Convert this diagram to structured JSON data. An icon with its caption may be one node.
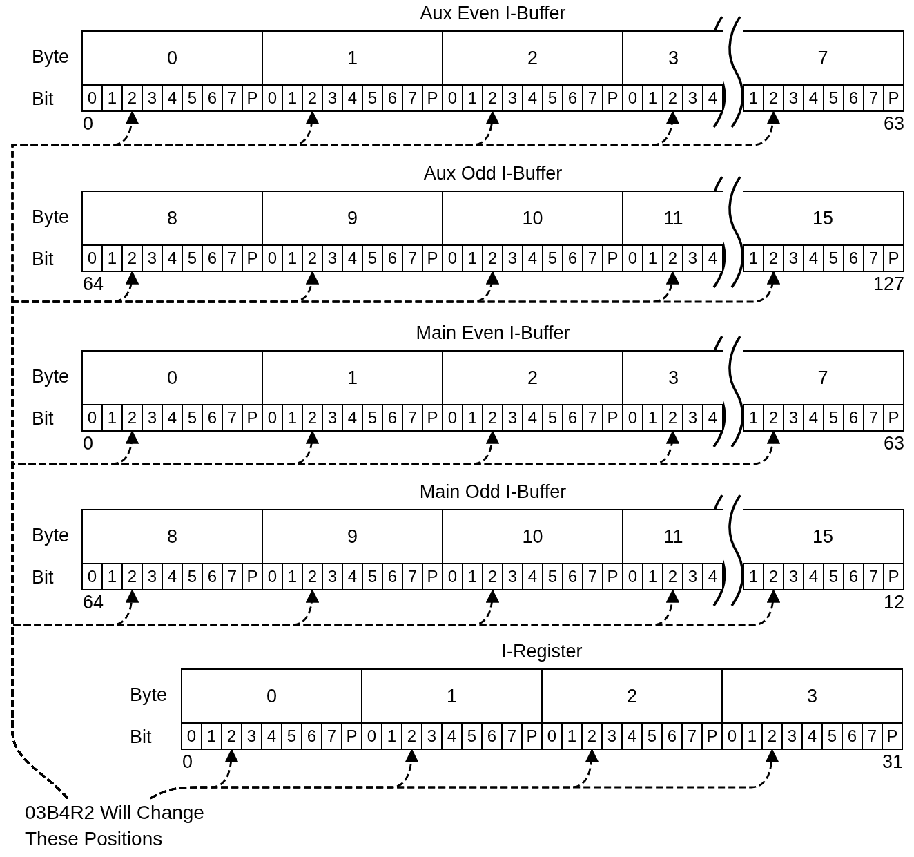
{
  "diagram": {
    "nodes": [
      {
        "text": [
          "Aux Even I-Buffer"
        ]
      },
      {
        "text": [
          "Aux Odd I-Buffer"
        ]
      },
      {
        "text": [
          "Main Even I-Buffer"
        ]
      },
      {
        "text": [
          "Main Odd I-Buffer"
        ]
      },
      {
        "text": [
          "I-Register"
        ]
      },
      {
        "text": [
          "03B4R2 Will Change These Positions"
        ]
      }
    ],
    "edges": [
      {
        "from": 5,
        "to": 0,
        "arrow": "to",
        "style": "dashed"
      },
      {
        "from": 5,
        "to": 0,
        "arrow": "to",
        "style": "dashed"
      },
      {
        "from": 5,
        "to": 0,
        "arrow": "to",
        "style": "dashed"
      },
      {
        "from": 5,
        "to": 0,
        "arrow": "to",
        "style": "dashed"
      },
      {
        "from": 5,
        "to": 0,
        "arrow": "to",
        "style": "dashed"
      },
      {
        "from": 5,
        "to": 1,
        "arrow": "to",
        "style": "dashed"
      },
      {
        "from": 5,
        "to": 1,
        "arrow": "to",
        "style": "dashed"
      },
      {
        "from": 5,
        "to": 1,
        "arrow": "to",
        "style": "dashed"
      },
      {
        "from": 5,
        "to": 1,
        "arrow": "to",
        "style": "dashed"
      },
      {
        "from": 5,
        "to": 1,
        "arrow": "to",
        "style": "dashed"
      },
      {
        "from": 5,
        "to": 2,
        "arrow": "to",
        "style": "dashed"
      },
      {
        "from": 5,
        "to": 2,
        "arrow": "to",
        "style": "dashed"
      },
      {
        "from": 5,
        "to": 2,
        "arrow": "to",
        "style": "dashed"
      },
      {
        "from": 5,
        "to": 2,
        "arrow": "to",
        "style": "dashed"
      },
      {
        "from": 5,
        "to": 2,
        "arrow": "to",
        "style": "dashed"
      },
      {
        "from": 5,
        "to": 3,
        "arrow": "to",
        "style": "dashed"
      },
      {
        "from": 5,
        "to": 3,
        "arrow": "to",
        "style": "dashed"
      },
      {
        "from": 5,
        "to": 3,
        "arrow": "to",
        "style": "dashed"
      },
      {
        "from": 5,
        "to": 3,
        "arrow": "to",
        "style": "dashed"
      },
      {
        "from": 5,
        "to": 3,
        "arrow": "to",
        "style": "dashed"
      },
      {
        "from": 5,
        "to": 4,
        "arrow": "to",
        "style": "dashed"
      },
      {
        "from": 5,
        "to": 4,
        "arrow": "to",
        "style": "dashed"
      },
      {
        "from": 5,
        "to": 4,
        "arrow": "to",
        "style": "dashed"
      },
      {
        "from": 5,
        "to": 4,
        "arrow": "to",
        "style": "dashed"
      }
    ],
    "labels": [
      "Byte",
      "0",
      "1",
      "2",
      "3",
      "7",
      "Bit",
      "0",
      "1",
      "2",
      "3",
      "4",
      "5",
      "6",
      "7",
      "P",
      "0",
      "1",
      "2",
      "3",
      "4",
      "5",
      "6",
      "7",
      "P",
      "0",
      "1",
      "2",
      "3",
      "4",
      "5",
      "6",
      "7",
      "P",
      "0",
      "1",
      "2",
      "3",
      "4",
      "1",
      "2",
      "3",
      "4",
      "5",
      "6",
      "7",
      "P",
      "0",
      "63",
      "Byte",
      "8",
      "9",
      "10",
      "11",
      "15",
      "Bit",
      "0",
      "1",
      "2",
      "3",
      "4",
      "5",
      "6",
      "7",
      "P",
      "0",
      "1",
      "2",
      "3",
      "4",
      "5",
      "6",
      "7",
      "P",
      "0",
      "1",
      "2",
      "3",
      "4",
      "5",
      "6",
      "7",
      "P",
      "0",
      "1",
      "2",
      "3",
      "4",
      "1",
      "2",
      "3",
      "4",
      "5",
      "6",
      "7",
      "P",
      "64",
      "127",
      "Byte",
      "0",
      "1",
      "2",
      "3",
      "7",
      "Bit",
      "0",
      "1",
      "2",
      "3",
      "4",
      "5",
      "6",
      "7",
      "P",
      "0",
      "1",
      "2",
      "3",
      "4",
      "5",
      "6",
      "7",
      "P",
      "0",
      "1",
      "2",
      "3",
      "4",
      "5",
      "6",
      "7",
      "P",
      "0",
      "1",
      "2",
      "3",
      "4",
      "1",
      "2",
      "3",
      "4",
      "5",
      "6",
      "7",
      "P",
      "0",
      "63",
      "Byte",
      "8",
      "9",
      "10",
      "11",
      "15",
      "Bit",
      "0",
      "1",
      "2",
      "3",
      "4",
      "5",
      "6",
      "7",
      "P",
      "0",
      "1",
      "2",
      "3",
      "4",
      "5",
      "6",
      "7",
      "P",
      "0",
      "1",
      "2",
      "3",
      "4",
      "5",
      "6",
      "7",
      "P",
      "0",
      "1",
      "2",
      "3",
      "4",
      "1",
      "2",
      "3",
      "4",
      "5",
      "6",
      "7",
      "P",
      "64",
      "12",
      "Byte",
      "0",
      "1",
      "2",
      "3",
      "Bit",
      "0",
      "1",
      "2",
      "3",
      "4",
      "5",
      "6",
      "7",
      "P",
      "0",
      "1",
      "2",
      "3",
      "4",
      "5",
      "6",
      "7",
      "P",
      "0",
      "1",
      "2",
      "3",
      "4",
      "5",
      "6",
      "7",
      "P",
      "0",
      "1",
      "2",
      "3",
      "4",
      "5",
      "6",
      "7",
      "P",
      "0",
      "31"
    ]
  }
}
